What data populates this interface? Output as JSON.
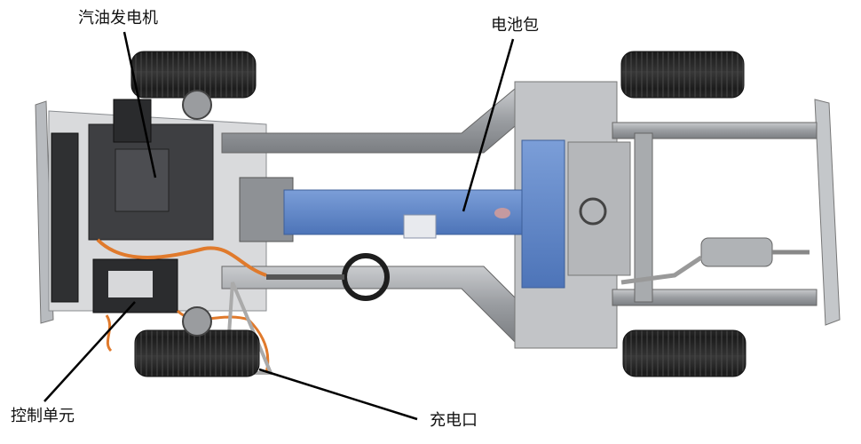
{
  "labels": {
    "engine": "汽油发电机",
    "battery": "电池包",
    "control_unit": "控制单元",
    "charging_port": "充电口"
  },
  "colors": {
    "battery_blue": "#5f86c9",
    "cable_orange": "#e07a2c",
    "frame_gray": "#9a9da1",
    "tire_black": "#222222",
    "leader_line": "#000000"
  }
}
